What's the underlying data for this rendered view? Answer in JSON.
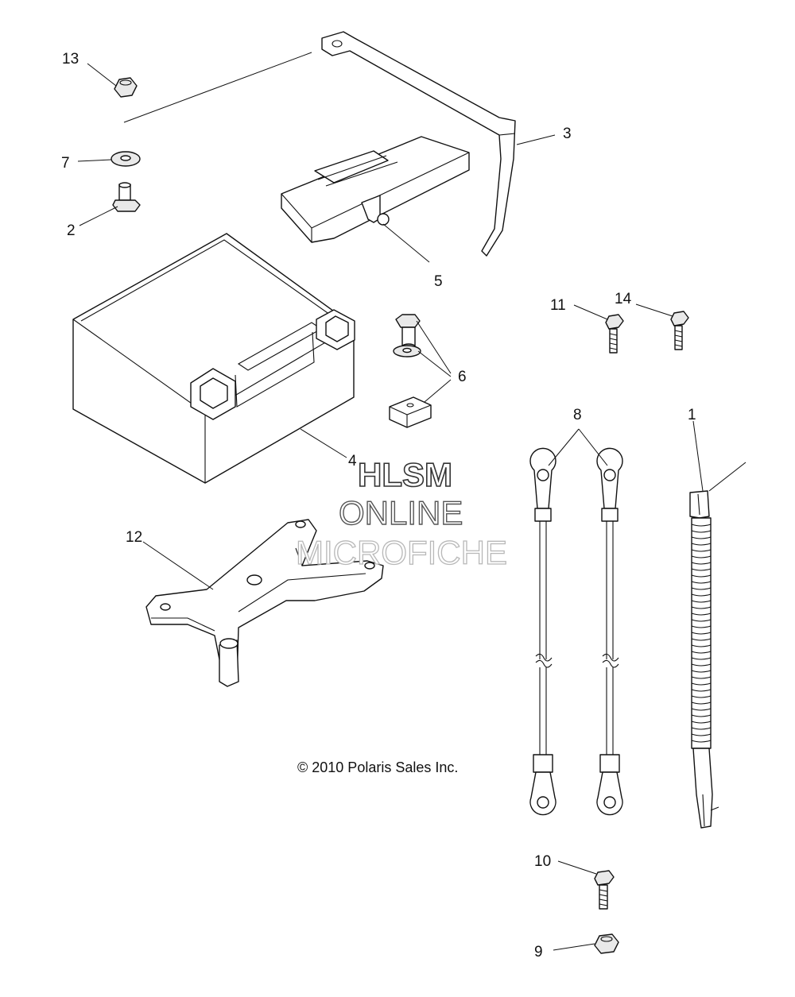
{
  "callouts": {
    "c1": "1",
    "c2": "2",
    "c3": "3",
    "c4": "4",
    "c5": "5",
    "c6": "6",
    "c7": "7",
    "c8": "8",
    "c9": "9",
    "c10": "10",
    "c11": "11",
    "c12": "12",
    "c13": "13",
    "c14": "14"
  },
  "copyright": "© 2010 Polaris Sales Inc.",
  "watermark": {
    "line1": "HLSM",
    "line2": "ONLINE",
    "line3": "MICROFICHE"
  }
}
